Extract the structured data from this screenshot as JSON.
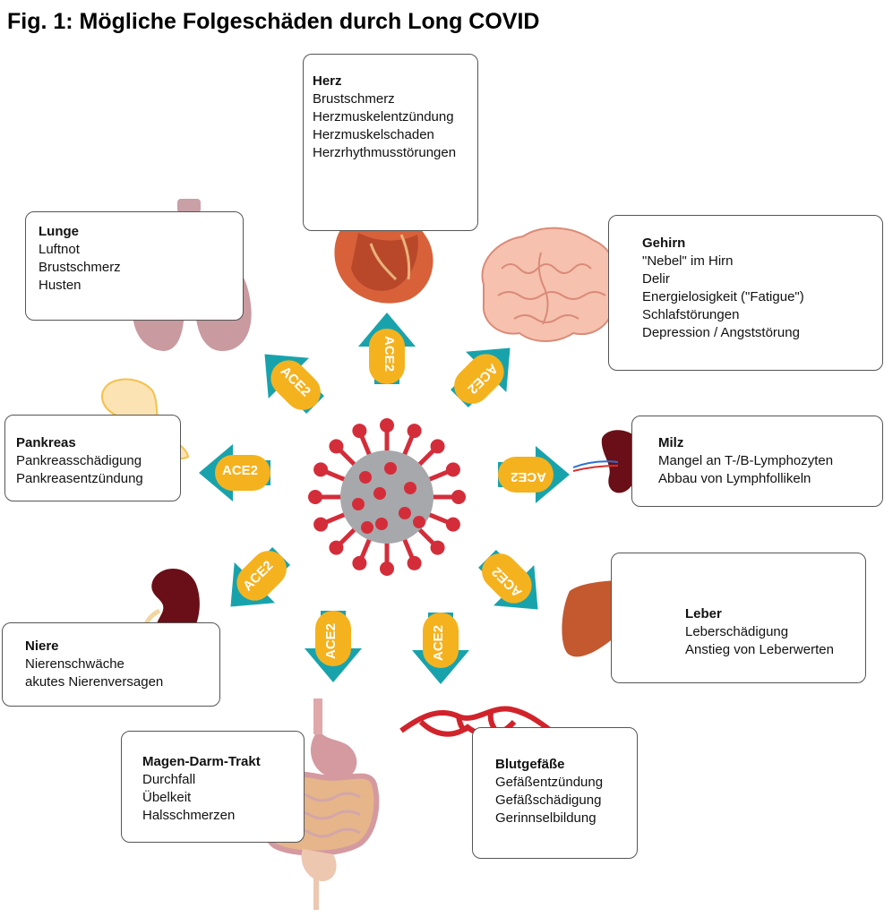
{
  "title": "Fig. 1: Mögliche Folgeschäden durch Long COVID",
  "receptor_label": "ACE2",
  "colors": {
    "arrow": "#18a3ac",
    "pill": "#f5b21f",
    "virus_body": "#a6a8ab",
    "virus_spike": "#d42d3a"
  },
  "organs": [
    {
      "id": "herz",
      "name": "Herz",
      "items": [
        "Brustschmerz",
        "Herzmuskelentzündung",
        "Herzmuskelschaden",
        "Herzrhythmusstörungen"
      ]
    },
    {
      "id": "gehirn",
      "name": "Gehirn",
      "items": [
        "\"Nebel\" im Hirn",
        "Delir",
        "Energielosigkeit (\"Fatigue\")",
        "Schlafstörungen",
        "Depression / Angststörung"
      ]
    },
    {
      "id": "milz",
      "name": "Milz",
      "items": [
        "Mangel an T-/B-Lymphozyten",
        "Abbau von Lymphfollikeln"
      ]
    },
    {
      "id": "leber",
      "name": "Leber",
      "items": [
        "Leberschädigung",
        "Anstieg von Leberwerten"
      ]
    },
    {
      "id": "blutgefaesse",
      "name": "Blutgefäße",
      "items": [
        "Gefäßentzündung",
        "Gefäßschädigung",
        "Gerinnselbildung"
      ]
    },
    {
      "id": "magen-darm",
      "name": "Magen-Darm-Trakt",
      "items": [
        "Durchfall",
        "Übelkeit",
        "Halsschmerzen"
      ]
    },
    {
      "id": "niere",
      "name": "Niere",
      "items": [
        "Nierenschwäche",
        "akutes Nierenversagen"
      ]
    },
    {
      "id": "pankreas",
      "name": "Pankreas",
      "items": [
        "Pankreasschädigung",
        "Pankreasentzündung"
      ]
    },
    {
      "id": "lunge",
      "name": "Lunge",
      "items": [
        "Luftnot",
        "Brustschmerz",
        "Husten"
      ]
    }
  ]
}
